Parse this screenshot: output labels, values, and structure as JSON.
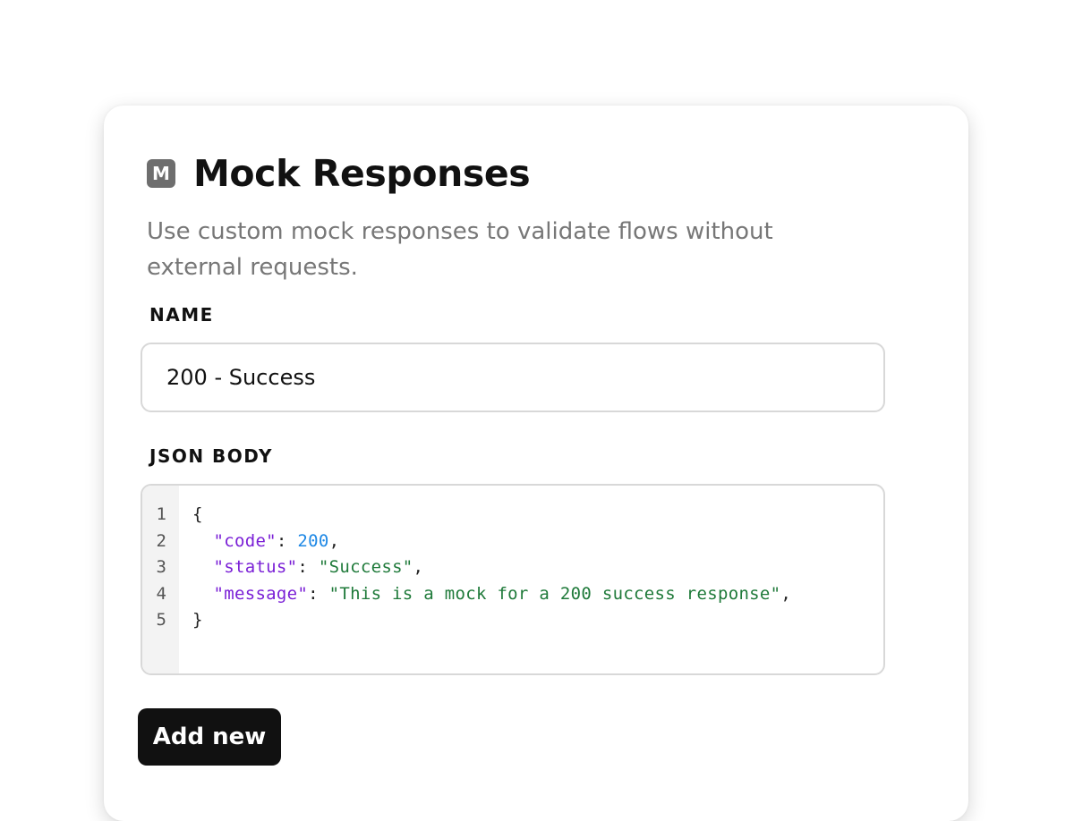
{
  "header": {
    "logo_letter": "M",
    "title": "Mock Responses"
  },
  "description": "Use custom mock responses to validate flows without external requests.",
  "name_field": {
    "label": "NAME",
    "value": "200 - Success"
  },
  "json_body": {
    "label": "JSON BODY",
    "line_numbers": [
      "1",
      "2",
      "3",
      "4",
      "5"
    ],
    "lines": [
      {
        "indent": "",
        "open": "{"
      },
      {
        "indent": "  ",
        "key": "\"code\"",
        "sep": ": ",
        "value": "200",
        "value_type": "number",
        "end": ","
      },
      {
        "indent": "  ",
        "key": "\"status\"",
        "sep": ": ",
        "value": "\"Success\"",
        "value_type": "string",
        "end": ","
      },
      {
        "indent": "  ",
        "key": "\"message\"",
        "sep": ": ",
        "value": "\"This is a mock for a 200 success response\"",
        "value_type": "string",
        "end": ","
      },
      {
        "indent": "",
        "open": "}"
      }
    ]
  },
  "actions": {
    "add_label": "Add new"
  },
  "colors": {
    "key": "#7a1fd6",
    "number": "#1e88e5",
    "string": "#1f7a3a",
    "button_bg": "#111111"
  }
}
